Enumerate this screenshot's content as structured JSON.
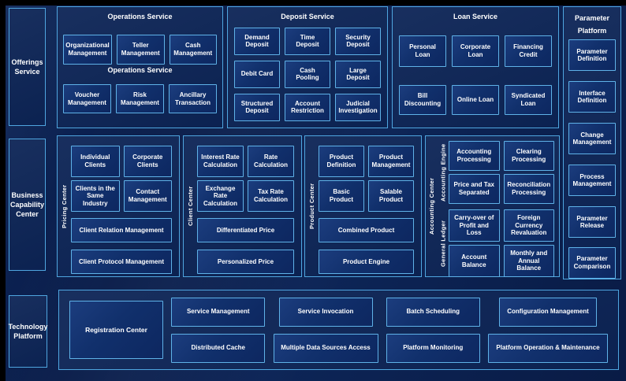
{
  "left_rail": {
    "offerings": "Offerings Service",
    "business_capability": "Business Capability Center",
    "technology": "Technology Platform"
  },
  "operations_service": {
    "title": "Operations Service",
    "subtitle": "Operations Service",
    "row1": [
      "Organizational Management",
      "Teller Management",
      "Cash Management"
    ],
    "row2": [
      "Voucher Management",
      "Risk Management",
      "Ancillary Transaction"
    ]
  },
  "deposit_service": {
    "title": "Deposit Service",
    "items": [
      "Demand Deposit",
      "Time Deposit",
      "Security Deposit",
      "Debit Card",
      "Cash Pooling",
      "Large Deposit",
      "Structured Deposit",
      "Account Restriction",
      "Judicial Investigation"
    ]
  },
  "loan_service": {
    "title": "Loan Service",
    "items": [
      "Personal Loan",
      "Corporate Loan",
      "Financing Credit",
      "Bill Discounting",
      "Online Loan",
      "Syndicated Loan"
    ]
  },
  "parameter_platform": {
    "title": "Parameter Platform",
    "items": [
      "Parameter Definition",
      "Interface Definition",
      "Change Management",
      "Process Management",
      "Parameter Release",
      "Parameter Comparison"
    ]
  },
  "pricing_center": {
    "label": "Pricing Center",
    "small": [
      "Individual Clients",
      "Corporate Clients",
      "Clients in the Same Industry",
      "Contact Management"
    ],
    "wide": [
      "Client Relation Management",
      "Client Protocol Management"
    ]
  },
  "client_center": {
    "label": "Client Center",
    "small": [
      "Interest Rate Calculation",
      "Rate Calculation",
      "Exchange Rate Calculation",
      "Tax Rate Calculation"
    ],
    "wide": [
      "Differentiated Price",
      "Personalized Price"
    ]
  },
  "product_center": {
    "label": "Product Center",
    "small": [
      "Product Definition",
      "Product Management",
      "Basic Product",
      "Salable Product"
    ],
    "wide": [
      "Combined Product",
      "Product Engine"
    ]
  },
  "accounting_center": {
    "label": "Accounting Center",
    "engine": {
      "label": "Accounting Engine",
      "items": [
        "Accounting Processing",
        "Clearing Processing",
        "Price and Tax Separated",
        "Reconciliation Processing"
      ]
    },
    "ledger": {
      "label": "General Ledger",
      "items": [
        "Carry-over of Profit and Loss",
        "Foreign Currency Revaluation",
        "Account Balance",
        "Monthly and Annual Balance"
      ]
    }
  },
  "technology_platform": {
    "registration": "Registration Center",
    "columns": [
      [
        "Service Management",
        "Distributed Cache"
      ],
      [
        "Service Invocation",
        "Multiple Data Sources Access"
      ],
      [
        "Batch Scheduling",
        "Platform Monitoring"
      ],
      [
        "Configuration Management",
        "Platform Operation & Maintenance"
      ]
    ]
  },
  "colors": {
    "background": "#0A1F4E",
    "panel_border": "#4FA6E0",
    "box_border": "#5FB2E8",
    "text": "#FFFFFF"
  }
}
